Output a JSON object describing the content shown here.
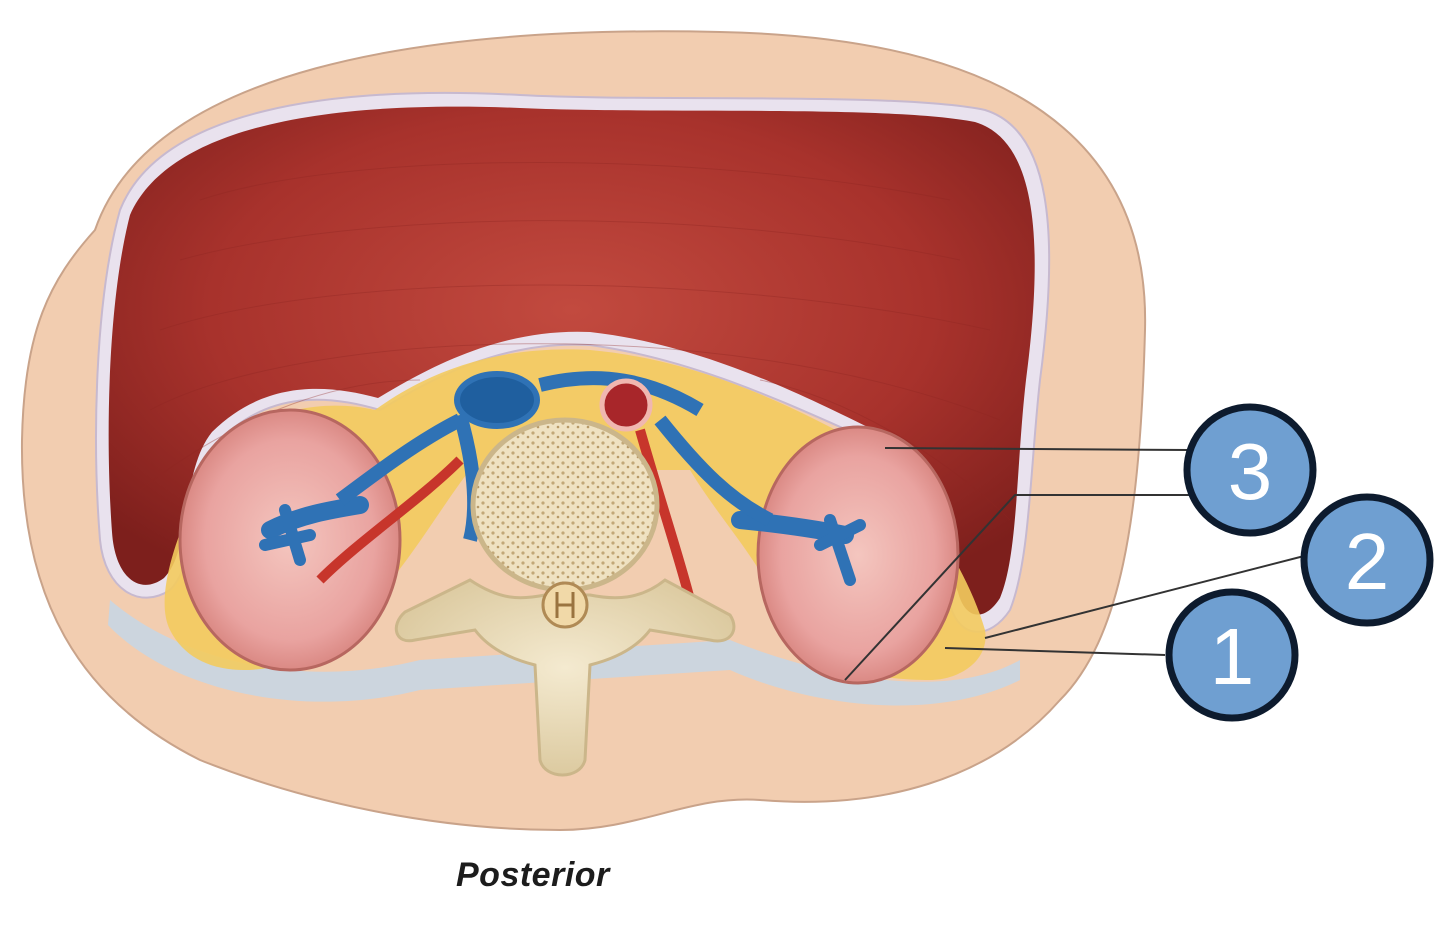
{
  "caption": "Posterior",
  "colors": {
    "skin": "#f2cdb0",
    "skin_edge": "#c9a38a",
    "muscle": "#a8322c",
    "muscle_dark": "#7d1f1c",
    "peritoneum": "#e9e2ee",
    "fat": "#f3cb5e",
    "kidney": "#e9a3a0",
    "vein": "#2f72b5",
    "artery": "#c7352b",
    "bone": "#efe2c2",
    "fascia": "#c6d6e6",
    "marker_fill": "#6f9fd1",
    "marker_stroke": "#0d1b2e",
    "leader": "#333333"
  },
  "markers": [
    {
      "id": "1",
      "label": "1"
    },
    {
      "id": "2",
      "label": "2"
    },
    {
      "id": "3",
      "label": "3"
    }
  ]
}
